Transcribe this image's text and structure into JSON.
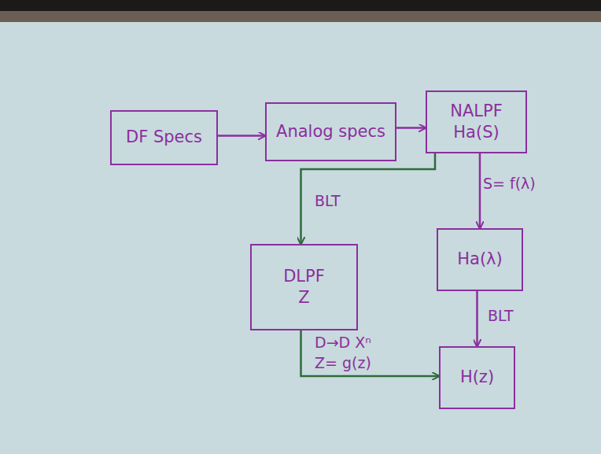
{
  "diagram": {
    "nodes": [
      {
        "text": [
          "DF Specs"
        ]
      },
      {
        "text": [
          "Analog specs"
        ]
      },
      {
        "text": [
          "NALPF",
          "Ha(S)"
        ]
      },
      {
        "text": [
          "DLPF",
          "Z"
        ]
      },
      {
        "text": [
          "Ha(λ)"
        ]
      },
      {
        "text": [
          "H(z)"
        ]
      }
    ],
    "edges": [
      {
        "from": 0,
        "to": 1,
        "arrow": "to"
      },
      {
        "from": 1,
        "to": 2,
        "arrow": "to"
      },
      {
        "from": 2,
        "to": 3,
        "label": "BLT",
        "arrow": "to"
      },
      {
        "from": 2,
        "to": 4,
        "label": "S= f(λ)",
        "arrow": "to"
      },
      {
        "from": 4,
        "to": 5,
        "label": "BLT",
        "arrow": "to"
      },
      {
        "from": 3,
        "to": 5,
        "label": "D→D Xⁿ",
        "arrow": "to"
      }
    ],
    "labels": [
      "Z= g(z)"
    ]
  }
}
